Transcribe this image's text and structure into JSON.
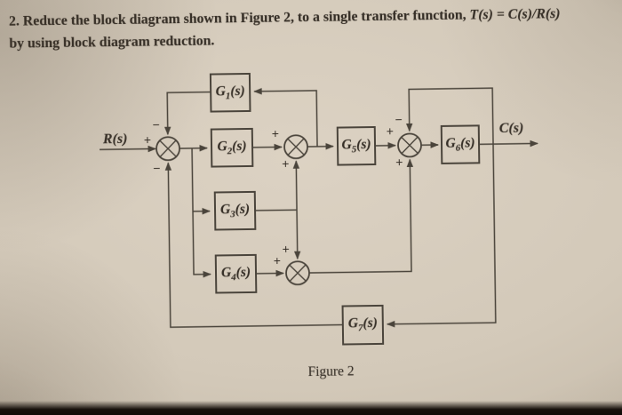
{
  "colors": {
    "paper": "#d3c9b9",
    "paperLight": "#dcd2c3",
    "paperDark": "#b0a390",
    "ink": "#4a443b",
    "text": "#362f27",
    "band": "#17110c"
  },
  "problem": {
    "number_and_text": "2. Reduce the block diagram shown in Figure 2, to a single transfer function,",
    "formula": "T(s) = C(s)/R(s)",
    "line2": "by using block diagram reduction."
  },
  "figure": {
    "caption": "Figure 2",
    "input_label": "R(s)",
    "output_label": "C(s)",
    "blocks": {
      "g1": {
        "base": "G",
        "sub": "1",
        "args": "(s)"
      },
      "g2": {
        "base": "G",
        "sub": "2",
        "args": "(s)"
      },
      "g3": {
        "base": "G",
        "sub": "3",
        "args": "(s)"
      },
      "g4": {
        "base": "G",
        "sub": "4",
        "args": "(s)"
      },
      "g5": {
        "base": "G",
        "sub": "5",
        "args": "(s)"
      },
      "g6": {
        "base": "G",
        "sub": "6",
        "args": "(s)"
      },
      "g7": {
        "base": "G",
        "sub": "7",
        "args": "(s)"
      }
    },
    "junctions": {
      "sj1": {
        "left": "+",
        "top": "−",
        "bottom": "−"
      },
      "sj2": {
        "left": "+",
        "bottom": "+"
      },
      "sj3": {
        "left": "+",
        "top": "−",
        "bottom": "+"
      },
      "sj4": {
        "left": "+",
        "top": "+"
      }
    }
  }
}
